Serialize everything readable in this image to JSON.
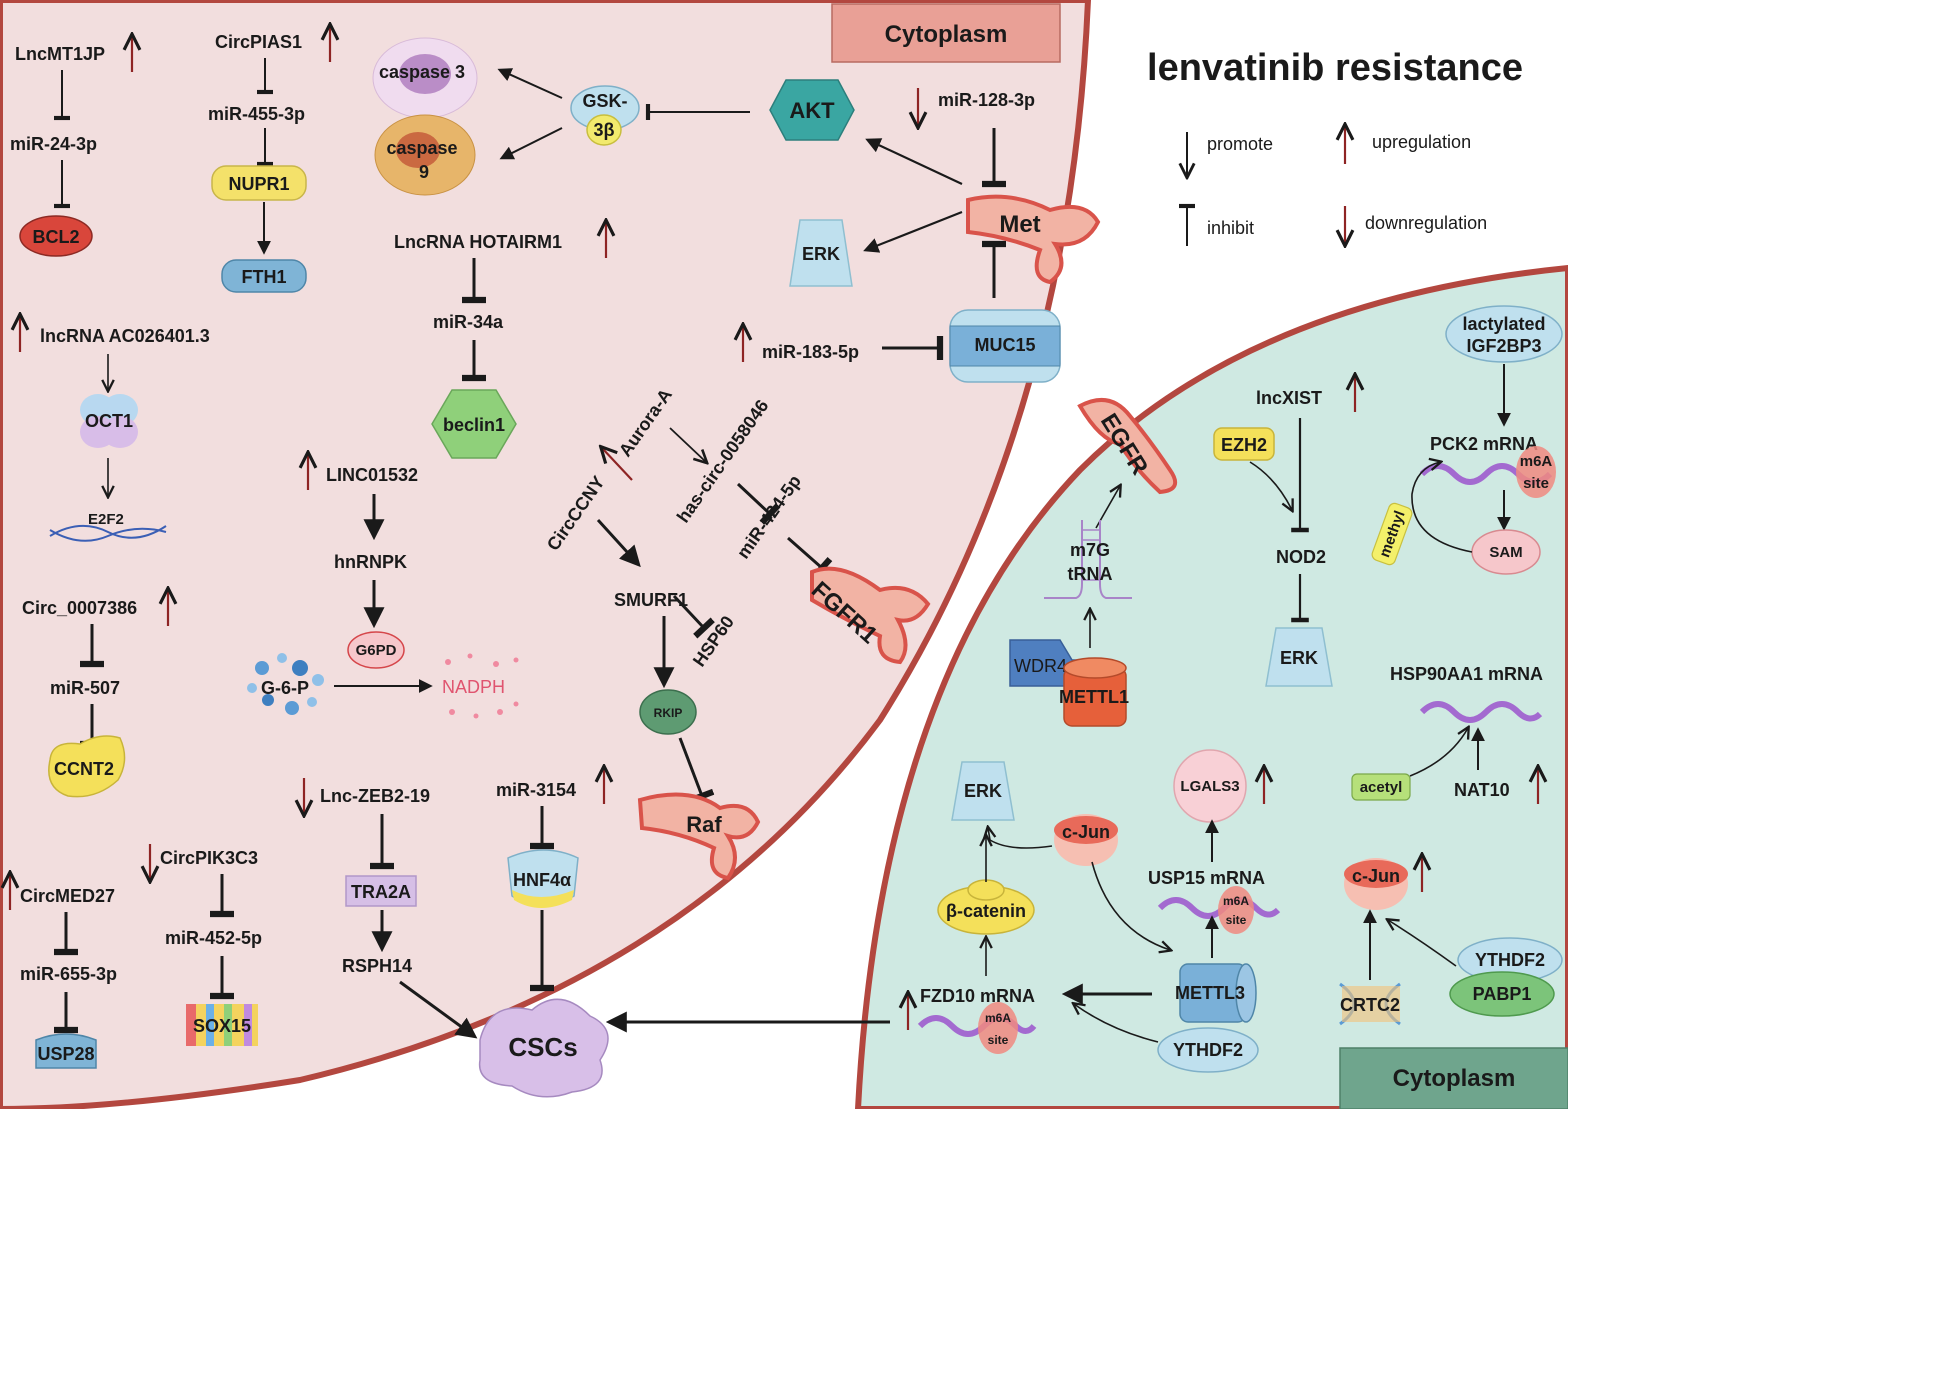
{
  "title": "lenvatinib resistance",
  "compartments": {
    "upper_left": "Cytoplasm",
    "lower_right": "Cytoplasm"
  },
  "legend": {
    "promote": "promote",
    "inhibit": "inhibit",
    "upregulation": "upregulation",
    "downregulation": "downregulation"
  },
  "colors": {
    "cell1_fill": "#f2dede",
    "cell2_fill": "#cfe9e2",
    "membrane": "#b3473f",
    "up_arrow": "#8e2424",
    "arrow": "#1a1a1a"
  },
  "nodes": {
    "lncmt1jp": "LncMT1JP",
    "mir24": "miR-24-3p",
    "bcl2": "BCL2",
    "circpias1": "CircPIAS1",
    "mir455": "miR-455-3p",
    "nupr1": "NUPR1",
    "fth1": "FTH1",
    "caspase3": "caspase 3",
    "caspase9a": "caspase",
    "caspase9b": "9",
    "gsk_a": "GSK-",
    "gsk_b": "3β",
    "akt": "AKT",
    "mir128": "miR-128-3p",
    "met": "Met",
    "erk1": "ERK",
    "muc15": "MUC15",
    "mir183": "miR-183-5p",
    "hotairm1": "LncRNA HOTAIRM1",
    "mir34a": "miR-34a",
    "beclin1": "beclin1",
    "ac026401": "lncRNA AC026401.3",
    "oct1": "OCT1",
    "e2f2": "E2F2",
    "circ0007386": "Circ_0007386",
    "mir507": "miR-507",
    "ccnt2": "CCNT2",
    "linc01532": "LINC01532",
    "hnrnpk": "hnRNPK",
    "g6pd": "G6PD",
    "g6p": "G-6-P",
    "nadph": "NADPH",
    "auroraa": "Aurora-A",
    "hascirc": "has-circ-0058046",
    "circccny": "CircCCNY",
    "mir424": "miR-424-5p",
    "smurf1": "SMURF1",
    "hsp60": "HSP60",
    "fgfr1": "FGFR1",
    "rkip": "RKIP",
    "raf": "Raf",
    "lnczeb2": "Lnc-ZEB2-19",
    "tra2a": "TRA2A",
    "rsph14": "RSPH14",
    "mir3154": "miR-3154",
    "hnf4a": "HNF4α",
    "csc": "CSCs",
    "circpik3c3": "CircPIK3C3",
    "mir452": "miR-452-5p",
    "sox15": "SOX15",
    "circmed27": "CircMED27",
    "mir655": "miR-655-3p",
    "usp28": "USP28",
    "egfr": "EGFR",
    "m7g_a": "m7G",
    "m7g_b": "tRNA",
    "wdr4": "WDR4",
    "mettl1": "METTL1",
    "lncxist": "lncXIST",
    "ezh2": "EZH2",
    "nod2": "NOD2",
    "erk2": "ERK",
    "igf2bp3_a": "lactylated",
    "igf2bp3_b": "IGF2BP3",
    "pck2": "PCK2 mRNA",
    "m6a": "m6A",
    "site": "site",
    "methyl": "methyl",
    "sam": "SAM",
    "hsp90": "HSP90AA1 mRNA",
    "acetyl": "acetyl",
    "nat10": "NAT10",
    "erk3": "ERK",
    "cjun1": "c-Jun",
    "lgals3": "LGALS3",
    "usp15": "USP15 mRNA",
    "cjun2": "c-Jun",
    "bcatenin": "β-catenin",
    "fzd10": "FZD10 mRNA",
    "mettl3": "METTL3",
    "ythdf2a": "YTHDF2",
    "crtc2": "CRTC2",
    "ythdf2b": "YTHDF2",
    "pabp1": "PABP1"
  }
}
